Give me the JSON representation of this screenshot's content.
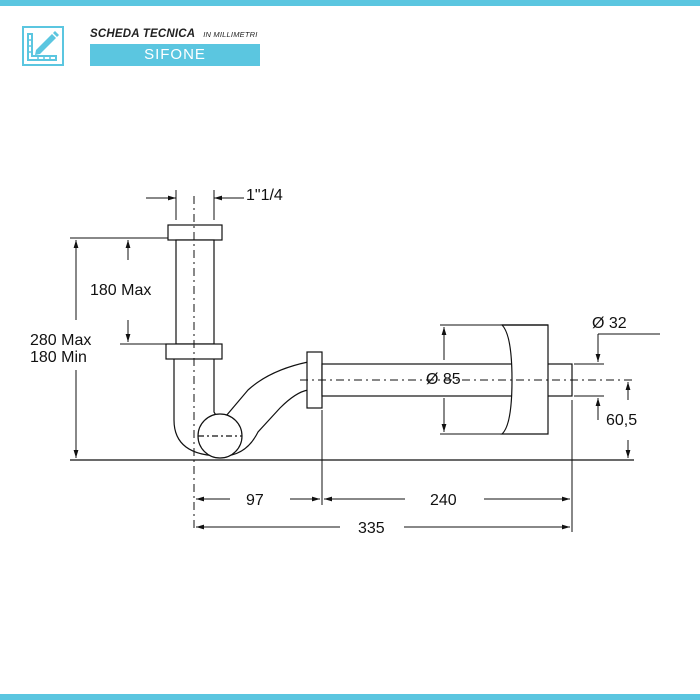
{
  "header": {
    "title": "SCHEDA TECNICA",
    "unit_note": "IN MILLIMETRI",
    "product": "SIFONE",
    "accent_color": "#5bc6e0",
    "icon": "ruler-pencil-icon"
  },
  "dimensions": {
    "thread": "1\"1/4",
    "height_upper": "180 Max",
    "height_total_max": "280 Max",
    "height_total_min": "180 Min",
    "diameter_outlet": "Ø 32",
    "diameter_rosette": "Ø 85",
    "outlet_height": "60,5",
    "horizontal_1": "97",
    "horizontal_2": "240",
    "horizontal_total": "335"
  }
}
